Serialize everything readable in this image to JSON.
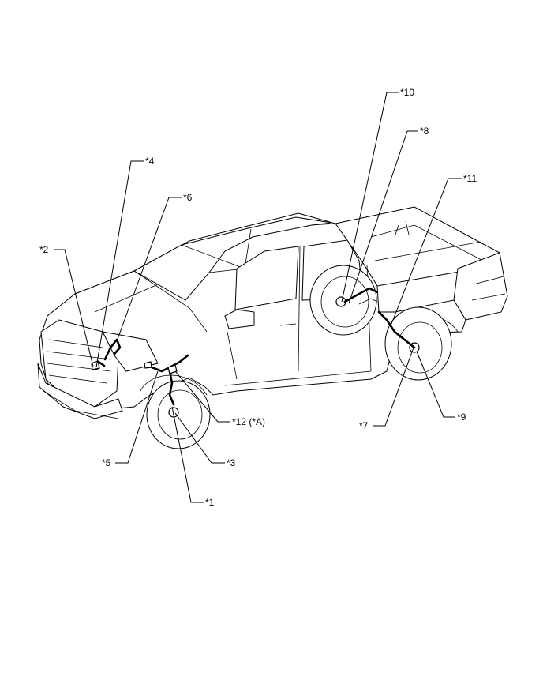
{
  "callouts": {
    "c1": "*1",
    "c2": "*2",
    "c3": "*3",
    "c4": "*4",
    "c5": "*5",
    "c6": "*6",
    "c7": "*7",
    "c8": "*8",
    "c9": "*9",
    "c10": "*10",
    "c11": "*11",
    "c12": "*12 (*A)"
  }
}
